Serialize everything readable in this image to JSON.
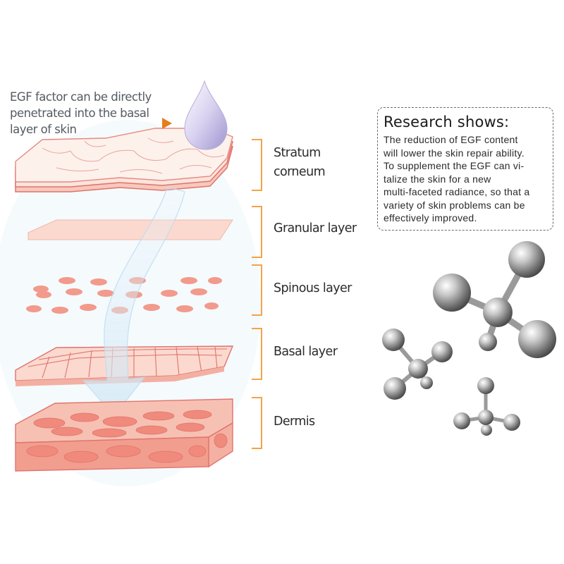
{
  "egf_note": {
    "lines": [
      "EGF factor can be directly",
      "penetrated into the basal",
      "layer of skin"
    ]
  },
  "layers": [
    {
      "label_lines": [
        "Stratum",
        "corneum"
      ]
    },
    {
      "label_lines": [
        "Granular layer"
      ]
    },
    {
      "label_lines": [
        "Spinous layer"
      ]
    },
    {
      "label_lines": [
        "Basal layer"
      ]
    },
    {
      "label_lines": [
        "Dermis"
      ]
    }
  ],
  "research": {
    "title": "Research shows:",
    "body_lines": [
      "The reduction of EGF content",
      "will lower the skin repair ability.",
      "To supplement the EGF can vi-",
      "talize the skin for a new",
      "multi-faceted radiance, so that a",
      "variety of skin problems can be",
      "effectively improved."
    ]
  },
  "colors": {
    "bracket": "#f2a44a",
    "pointer_arrow": "#e57d1f",
    "skin_fill": "#f6c6b8",
    "skin_line": "#e36f6a",
    "droplet": "#cfc6ea",
    "molecule": "#a9a9a9"
  },
  "icons": [
    "water-droplet-icon",
    "pointer-arrow-icon",
    "down-arrow-icon",
    "molecule-icon"
  ]
}
